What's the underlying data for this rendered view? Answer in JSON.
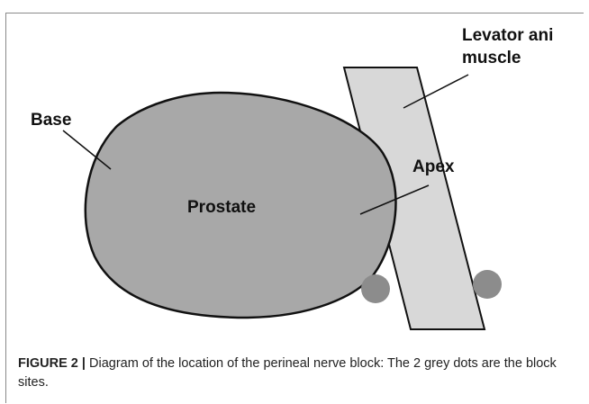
{
  "diagram": {
    "labels": {
      "base": "Base",
      "prostate": "Prostate",
      "apex": "Apex",
      "levator_line1": "Levator ani",
      "levator_line2": "muscle"
    },
    "block_site_count": 2,
    "colors": {
      "prostate_fill": "#a8a8a8",
      "muscle_fill": "#d8d8d8",
      "dot_fill": "#8c8c8c",
      "outline": "#111111",
      "frame": "#8a8a8a"
    }
  },
  "caption": {
    "lead": "FIGURE 2 |",
    "text": " Diagram of the location of the perineal nerve block: The 2 grey dots are the block sites."
  }
}
